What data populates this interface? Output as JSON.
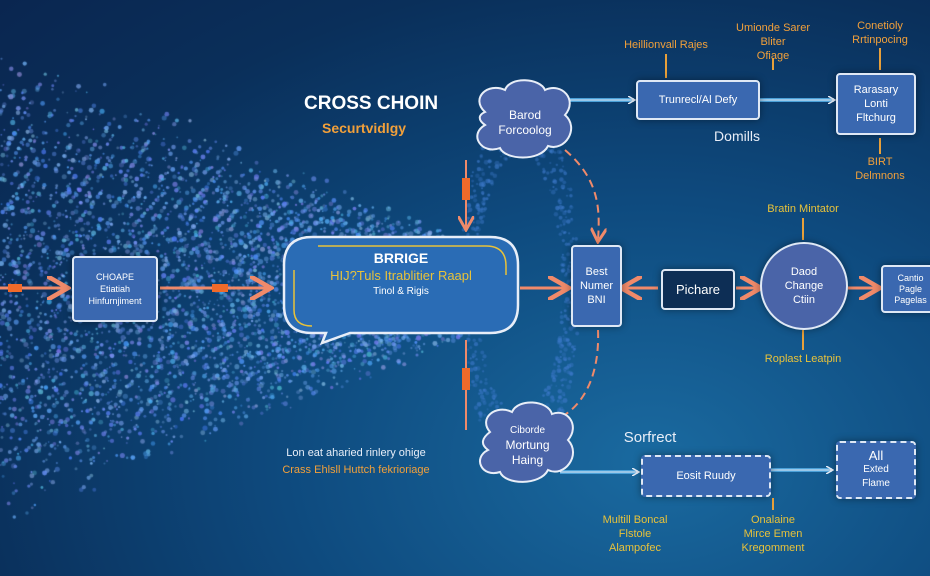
{
  "title": {
    "line1": "CROSS CHOIN",
    "line2": "Securtvidlgy"
  },
  "nodes": {
    "cloud_top": {
      "lines": [
        "Barod",
        "Forcoolog"
      ]
    },
    "box_trusted": {
      "label": "Trunrecl/Al Defy"
    },
    "box_right_top": {
      "lines": [
        "Rarasary",
        "Lonti",
        "Fltchurg"
      ]
    },
    "box_left": {
      "lines": [
        "CHOAPE",
        "Etiatiah",
        "Hinfurnjiment"
      ]
    },
    "bridge": {
      "title": "BRRIGE",
      "subtitle": "HIJ?Tuls Itrablitier Raapl",
      "caption": "Tinol & Rigis"
    },
    "box_best": {
      "lines": [
        "Best",
        "Numer",
        "BNI"
      ]
    },
    "box_pichare": {
      "label": "Pichare"
    },
    "circle_chain": {
      "lines": [
        "Daod",
        "Change",
        "Ctiin"
      ]
    },
    "box_far_right": {
      "lines": [
        "Cantio",
        "Pagle",
        "Pagelas"
      ]
    },
    "cloud_bottom": {
      "lines": [
        "Ciborde",
        "Mortung",
        "Haing"
      ]
    },
    "box_eosit": {
      "label": "Eosit Ruudy"
    },
    "box_all": {
      "lines": [
        "All",
        "Exted",
        "Flame"
      ]
    }
  },
  "labels": {
    "heillion": "Heillionvall Rajes",
    "umionde": [
      "Umionde Sarer",
      "Bliter",
      "Ofiage"
    ],
    "conetioly": [
      "Conetioly",
      "Rrtinpocing"
    ],
    "domills": "Domills",
    "birt": [
      "BIRT",
      "Delmnons"
    ],
    "bratin": "Bratin Mintator",
    "roplast": "Roplast Leatpin",
    "sorfrect": "Sorfrect",
    "multill": [
      "Multill Boncal",
      "Flstole",
      "Alampofec"
    ],
    "onalaine": [
      "Onalaine",
      "Mirce Emen",
      "Kregomment"
    ],
    "left_note": [
      "Lon eat aharied rinlery ohige",
      "Crass Ehlsll Huttch fekrioriage"
    ]
  },
  "colors": {
    "accent_orange": "#f2a03a",
    "accent_yellow": "#e8c23a",
    "box_blue": "#3a68b0",
    "background": "#0a2f5a",
    "arrow_salmon": "#f08a6a"
  }
}
